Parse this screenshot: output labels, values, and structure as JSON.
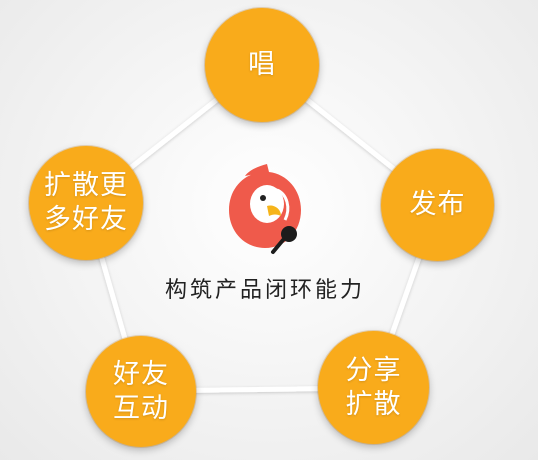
{
  "nodes": [
    {
      "id": "sing",
      "label": "唱"
    },
    {
      "id": "publish",
      "label": "发布"
    },
    {
      "id": "share",
      "label": "分享\n扩散"
    },
    {
      "id": "interact",
      "label": "好友\n互动"
    },
    {
      "id": "expand",
      "label": "扩散更\n多好友"
    }
  ],
  "center": {
    "logo_icon": "parrot-microphone-icon",
    "caption": "构筑产品闭环能力"
  },
  "colors": {
    "node_fill": "#f9ab1b",
    "connector": "#ffffff",
    "logo_red": "#ef5a4b",
    "logo_beak": "#f6b41a",
    "text_dark": "#222222"
  }
}
